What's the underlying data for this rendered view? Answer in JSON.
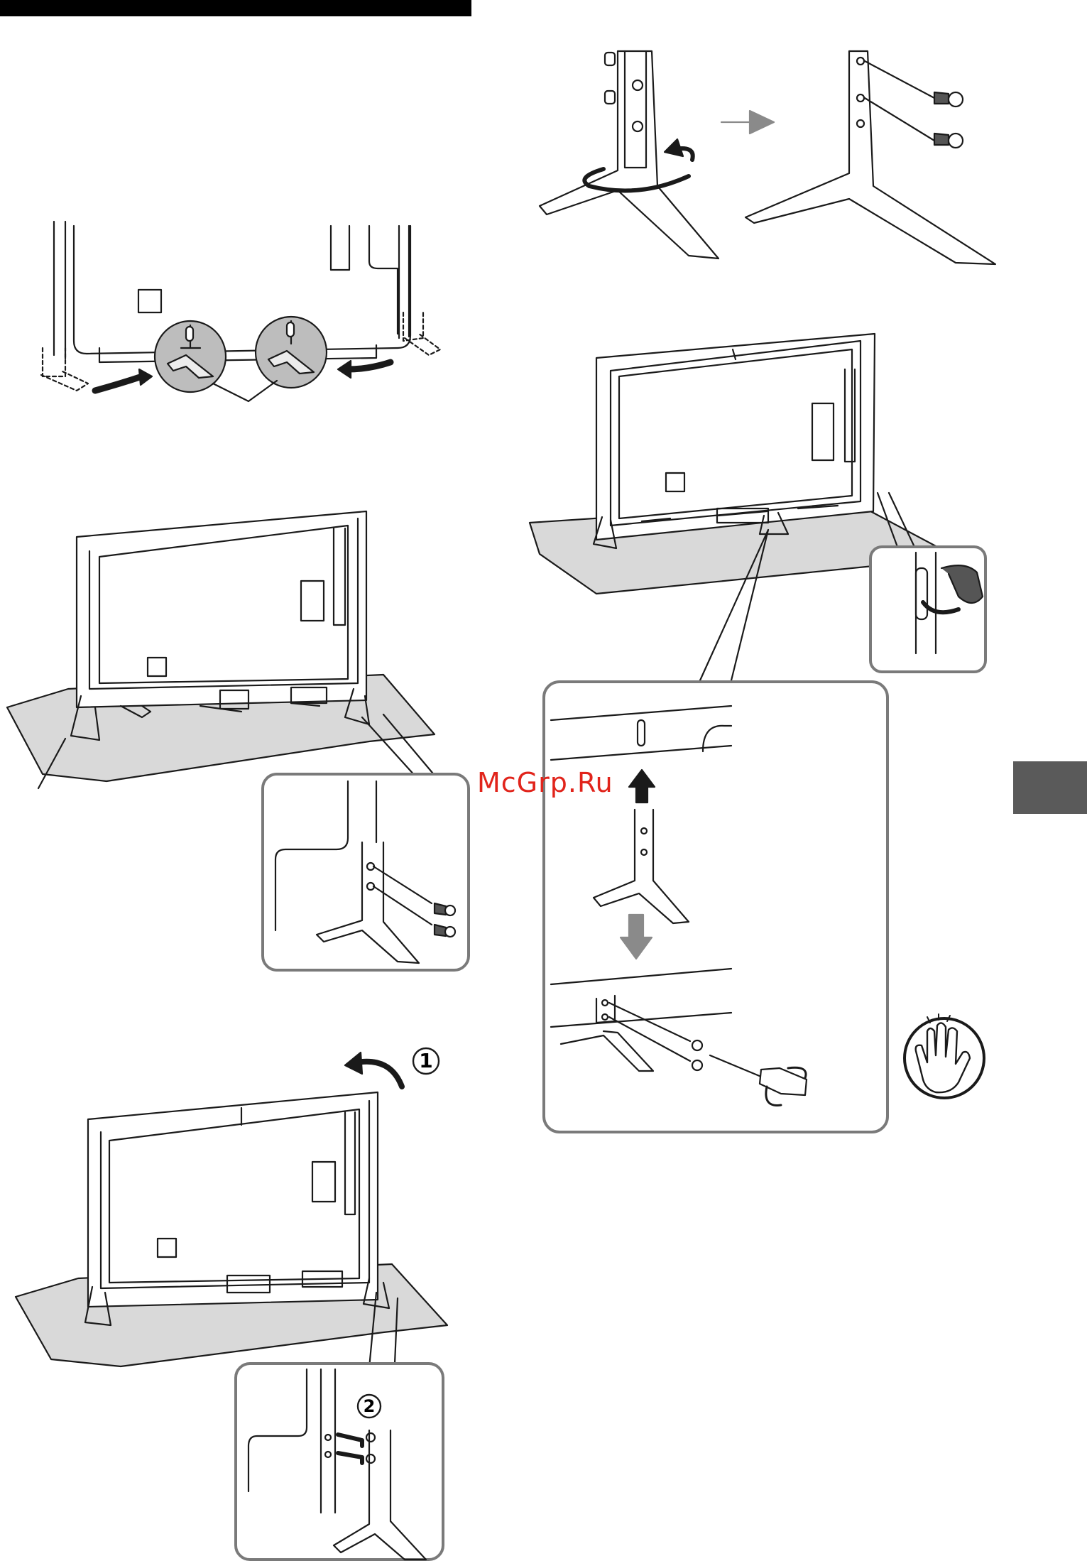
{
  "watermark": {
    "text": "McGrp.Ru",
    "color": "#e1241b"
  },
  "callouts": {
    "step_one": "1",
    "step_two": "2"
  },
  "colors": {
    "line": "#1a1a1a",
    "panel_border": "#7a7a7a",
    "shelf_fill": "#d9d9d9",
    "zoom_fill": "#bdbdbd",
    "arrow_gray": "#8a8a8a",
    "tab_gray": "#5a5a5a"
  },
  "icons": [
    "rotate-arrow-icon",
    "right-arrow-icon",
    "up-arrow-icon",
    "down-arrow-icon",
    "screw-icon",
    "screwdriver-icon",
    "hand-caution-icon"
  ]
}
